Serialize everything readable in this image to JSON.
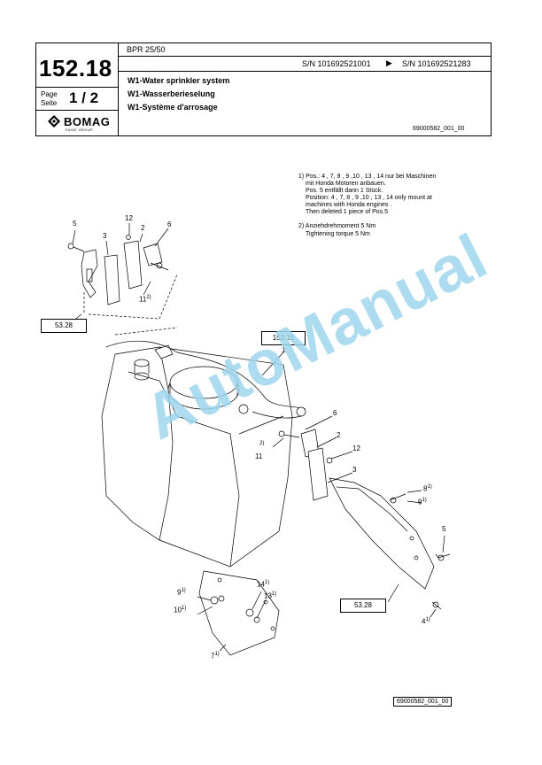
{
  "header": {
    "page_number": "152.18",
    "page_label": "Page\nSeite",
    "page_count": "1 / 2",
    "brand": "BOMAG",
    "brand_sub": "FAYAT GROUP",
    "model": "BPR 25/50",
    "sn_from": "S/N 101692521001",
    "sn_arrow": "▶",
    "sn_to": "S/N 101692521283",
    "title_en": "W1-Water sprinkler system",
    "title_de": "W1-Wasserberieselung",
    "title_fr": "W1-Système d'arrosage",
    "drawing_code": "69000582_001_00"
  },
  "notes": {
    "n1_line1": "1) Pos.: 4 , 7, 8 , 9 ,10 , 13 , 14 nur bei Maschinen",
    "n1_line2": "mit Honda Motoren anbauen.",
    "n1_line3": "Pos. 5 entfällt dann 1 Stück.",
    "n1_line4": "Position: 4 , 7, 8 , 9 ,10 , 13 , 14 only mount at",
    "n1_line5": "machines with Honda engines .",
    "n1_line6": "Then deleted 1 piece of Pos.5",
    "n2_line1": "2) Anziehdrehmoment 5 Nm",
    "n2_line2": "Tightening torque 5 Nm"
  },
  "callouts": {
    "top_5": "5",
    "top_3": "3",
    "top_12": "12",
    "top_2": "2",
    "top_6": "6",
    "top_11": "11",
    "top_11_sup": "2)",
    "ref_top": "53.28",
    "ref_tank": "152.31",
    "tank_1": "1",
    "r_6": "6",
    "r_2": "2",
    "r_12": "12",
    "r_3": "3",
    "r_2sup": "2)",
    "r_11": "11",
    "r_8": "8",
    "r_8_sup": "1)",
    "r_9": "9",
    "r_9_sup": "1)",
    "r_5": "5",
    "r_4": "4",
    "r_4_sup": "1)",
    "ref_bottom": "53.28",
    "b_14": "14",
    "b_14_sup": "1)",
    "b_13": "13",
    "b_13_sup": "1)",
    "b_9": "9",
    "b_9_sup": "1)",
    "b_10": "10",
    "b_10_sup": "1)",
    "b_7": "7",
    "b_7_sup": "1)"
  },
  "watermark": "AutoManual",
  "footer_code": "69000582_001_00"
}
